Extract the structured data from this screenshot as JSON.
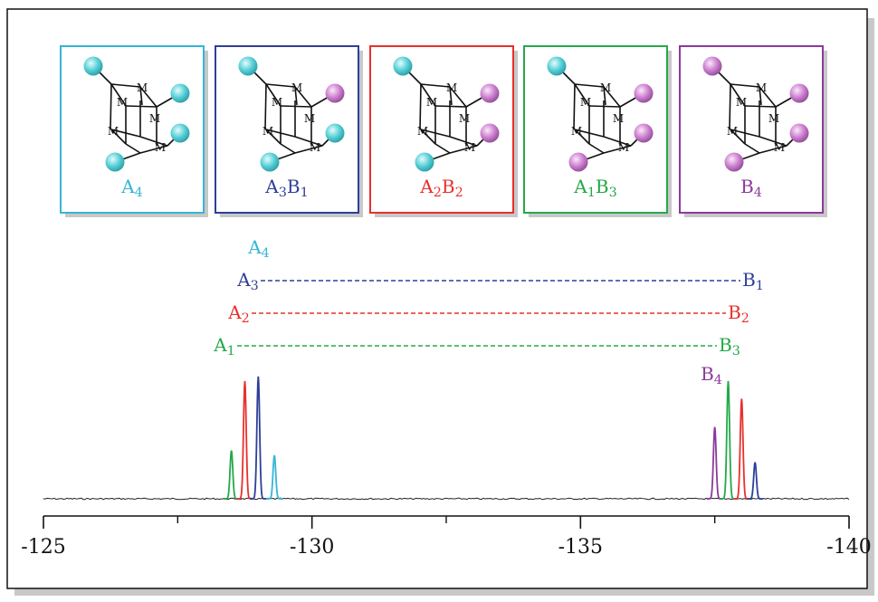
{
  "colors": {
    "A": "#55cfd6",
    "B": "#cc7fcf",
    "A4": "#35b6d6",
    "A3B1": "#2e3f99",
    "A2B2": "#e8302c",
    "A1B3": "#25a84a",
    "B4": "#8a3a9b",
    "noise": "#222222",
    "frame": "#111111",
    "shadow": "#c8c8c8"
  },
  "molecules": [
    {
      "id": "A4",
      "label_main": "A",
      "label_sub": "4",
      "label_main2": "",
      "label_sub2": "",
      "color_key": "A4",
      "sphere_types": [
        "A",
        "A",
        "A",
        "A",
        "A"
      ]
    },
    {
      "id": "A3B1",
      "label_main": "A",
      "label_sub": "3",
      "label_main2": "B",
      "label_sub2": "1",
      "color_key": "A3B1",
      "sphere_types": [
        "A",
        "B",
        "A",
        "A",
        "A"
      ]
    },
    {
      "id": "A2B2",
      "label_main": "A",
      "label_sub": "2",
      "label_main2": "B",
      "label_sub2": "2",
      "color_key": "A2B2",
      "sphere_types": [
        "A",
        "B",
        "B",
        "A",
        "A"
      ]
    },
    {
      "id": "A1B3",
      "label_main": "A",
      "label_sub": "1",
      "label_main2": "B",
      "label_sub2": "3",
      "color_key": "A1B3",
      "sphere_types": [
        "A",
        "B",
        "B",
        "B",
        "B"
      ]
    },
    {
      "id": "B4",
      "label_main": "B",
      "label_sub": "4",
      "label_main2": "",
      "label_sub2": "",
      "color_key": "B4",
      "sphere_types": [
        "B",
        "B",
        "B",
        "B",
        "B"
      ]
    }
  ],
  "metal_label": "M",
  "spectrum": {
    "x_axis": {
      "type": "ppm",
      "min": -140,
      "max": -125,
      "reversed": true,
      "major_ticks": [
        -125,
        -130,
        -135,
        -140
      ],
      "minor_ticks": [
        -127.5,
        -132.5,
        -137.5
      ]
    },
    "peaks": [
      {
        "group": "A",
        "species": "A1B3",
        "ppm": -128.5,
        "height": 0.41
      },
      {
        "group": "A",
        "species": "A2B2",
        "ppm": -128.75,
        "height": 1.0
      },
      {
        "group": "A",
        "species": "A3B1",
        "ppm": -129.0,
        "height": 1.04
      },
      {
        "group": "A",
        "species": "A4",
        "ppm": -129.3,
        "height": 0.37
      },
      {
        "group": "B",
        "species": "B4",
        "ppm": -137.5,
        "height": 0.61
      },
      {
        "group": "B",
        "species": "A1B3",
        "ppm": -137.75,
        "height": 1.0
      },
      {
        "group": "B",
        "species": "A2B2",
        "ppm": -138.0,
        "height": 0.85
      },
      {
        "group": "B",
        "species": "A3B1",
        "ppm": -138.25,
        "height": 0.31
      }
    ],
    "assignments": [
      {
        "color_key": "A4",
        "left_main": "A",
        "left_sub": "4",
        "right_main": "",
        "right_sub": "",
        "dashed": false
      },
      {
        "color_key": "A3B1",
        "left_main": "A",
        "left_sub": "3",
        "right_main": "B",
        "right_sub": "1",
        "dashed": true
      },
      {
        "color_key": "A2B2",
        "left_main": "A",
        "left_sub": "2",
        "right_main": "B",
        "right_sub": "2",
        "dashed": true
      },
      {
        "color_key": "A1B3",
        "left_main": "A",
        "left_sub": "1",
        "right_main": "B",
        "right_sub": "3",
        "dashed": true
      },
      {
        "color_key": "B4",
        "left_main": "",
        "left_sub": "",
        "right_main": "B",
        "right_sub": "4",
        "dashed": false
      }
    ]
  }
}
